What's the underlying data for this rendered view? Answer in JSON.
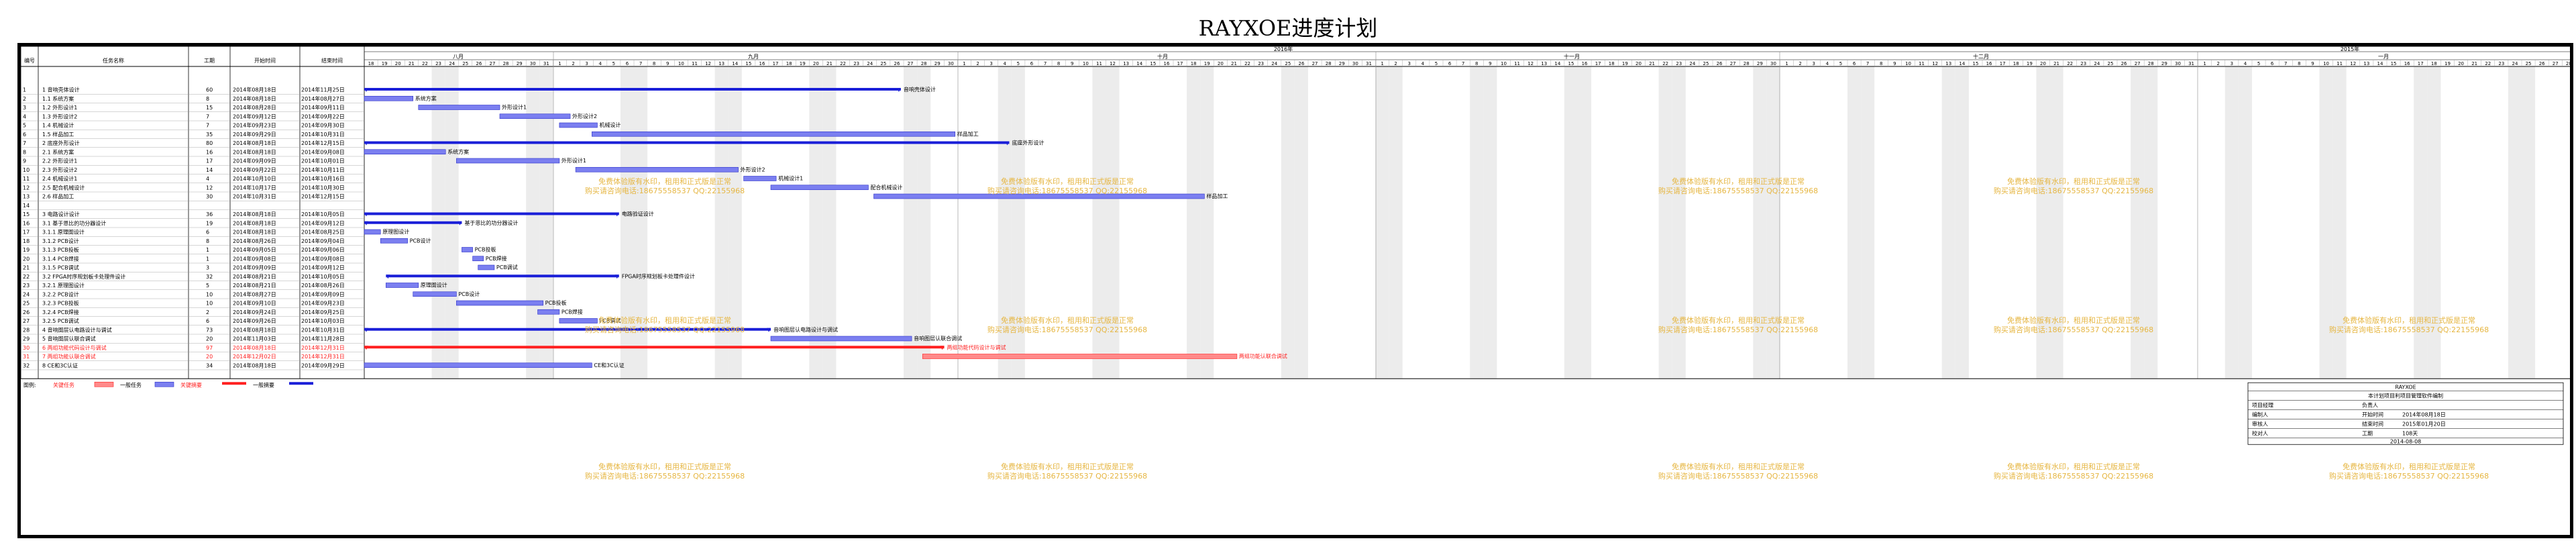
{
  "title": "RAYXOE进度计划",
  "headers": {
    "id": "编号",
    "name": "任务名称",
    "dur": "工期",
    "start": "开始时间",
    "end": "结束时间",
    "year2016": "2016年",
    "year2015": "2015年"
  },
  "months": [
    "八月",
    "九月",
    "十月",
    "十一月",
    "十二月",
    "一月"
  ],
  "tasks": [
    {
      "id": "1",
      "name": "1 音响壳体设计",
      "dur": "60",
      "start": "2014年08月18日",
      "end": "2014年11月25日",
      "label": "音响壳体设计",
      "kind": "summary",
      "s": 0,
      "d": 99
    },
    {
      "id": "2",
      "name": "1.1 系统方案",
      "dur": "8",
      "start": "2014年08月18日",
      "end": "2014年08月27日",
      "label": "系统方案",
      "kind": "task",
      "s": 0,
      "d": 9
    },
    {
      "id": "3",
      "name": "1.2 外形设计1",
      "dur": "15",
      "start": "2014年08月28日",
      "end": "2014年09月11日",
      "label": "外形设计1",
      "kind": "task",
      "s": 10,
      "d": 15
    },
    {
      "id": "4",
      "name": "1.3 外形设计2",
      "dur": "7",
      "start": "2014年09月12日",
      "end": "2014年09月22日",
      "label": "外形设计2",
      "kind": "task",
      "s": 25,
      "d": 13
    },
    {
      "id": "5",
      "name": "1.4 机械设计",
      "dur": "7",
      "start": "2014年09月23日",
      "end": "2014年09月30日",
      "label": "机械设计",
      "kind": "task",
      "s": 36,
      "d": 7
    },
    {
      "id": "6",
      "name": "1.5 样品加工",
      "dur": "35",
      "start": "2014年09月29日",
      "end": "2014年10月31日",
      "label": "样品加工",
      "kind": "task",
      "s": 42,
      "d": 67
    },
    {
      "id": "7",
      "name": "2 底座外形设计",
      "dur": "80",
      "start": "2014年08月18日",
      "end": "2014年12月15日",
      "label": "底座外形设计",
      "kind": "summary",
      "s": 0,
      "d": 119
    },
    {
      "id": "8",
      "name": "2.1 系统方案",
      "dur": "16",
      "start": "2014年08月18日",
      "end": "2014年09月08日",
      "label": "系统方案",
      "kind": "task",
      "s": 0,
      "d": 15
    },
    {
      "id": "9",
      "name": "2.2 外形设计1",
      "dur": "17",
      "start": "2014年09月09日",
      "end": "2014年10月01日",
      "label": "外形设计1",
      "kind": "task",
      "s": 17,
      "d": 19
    },
    {
      "id": "10",
      "name": "2.3 外形设计2",
      "dur": "14",
      "start": "2014年09月22日",
      "end": "2014年10月11日",
      "label": "外形设计2",
      "kind": "task",
      "s": 39,
      "d": 30
    },
    {
      "id": "11",
      "name": "2.4 机械设计1",
      "dur": "4",
      "start": "2014年10月10日",
      "end": "2014年10月16日",
      "label": "机械设计1",
      "kind": "task",
      "s": 70,
      "d": 6
    },
    {
      "id": "12",
      "name": "2.5 配合机械设计",
      "dur": "12",
      "start": "2014年10月17日",
      "end": "2014年10月30日",
      "label": "配合机械设计",
      "kind": "task",
      "s": 75,
      "d": 18
    },
    {
      "id": "13",
      "name": "2.6 样品加工",
      "dur": "30",
      "start": "2014年10月31日",
      "end": "2014年12月15日",
      "label": "样品加工",
      "kind": "task",
      "s": 94,
      "d": 61
    },
    {
      "id": "14",
      "name": "",
      "dur": "",
      "start": "",
      "end": "",
      "label": "",
      "kind": "none",
      "s": 0,
      "d": 0
    },
    {
      "id": "15",
      "name": "3 电路设计设计",
      "dur": "36",
      "start": "2014年08月18日",
      "end": "2014年10月05日",
      "label": "电路验证设计",
      "kind": "summary",
      "s": 0,
      "d": 47
    },
    {
      "id": "16",
      "name": "3.1 基于恩比的功分器设计",
      "dur": "19",
      "start": "2014年08月18日",
      "end": "2014年09月12日",
      "label": "基于恩比的功分器设计",
      "kind": "summary",
      "s": 0,
      "d": 18
    },
    {
      "id": "17",
      "name": "3.1.1 原理图设计",
      "dur": "6",
      "start": "2014年08月18日",
      "end": "2014年08月25日",
      "label": "原理图设计",
      "kind": "task",
      "s": 0,
      "d": 3
    },
    {
      "id": "18",
      "name": "3.1.2 PCB设计",
      "dur": "8",
      "start": "2014年08月26日",
      "end": "2014年09月04日",
      "label": "PCB设计",
      "kind": "task",
      "s": 3,
      "d": 5
    },
    {
      "id": "19",
      "name": "3.1.3 PCB投板",
      "dur": "1",
      "start": "2014年09月05日",
      "end": "2014年09月06日",
      "label": "PCB投板",
      "kind": "task",
      "s": 18,
      "d": 2
    },
    {
      "id": "20",
      "name": "3.1.4 PCB焊接",
      "dur": "1",
      "start": "2014年09月08日",
      "end": "2014年09月08日",
      "label": "PCB焊接",
      "kind": "task",
      "s": 20,
      "d": 2
    },
    {
      "id": "21",
      "name": "3.1.5 PCB调试",
      "dur": "3",
      "start": "2014年09月09日",
      "end": "2014年09月12日",
      "label": "PCB调试",
      "kind": "task",
      "s": 21,
      "d": 3
    },
    {
      "id": "22",
      "name": "3.2 FPGA时序规划板卡处理件设计",
      "dur": "32",
      "start": "2014年08月21日",
      "end": "2014年10月05日",
      "label": "FPGA时序规划板卡处理件设计",
      "kind": "summary",
      "s": 4,
      "d": 43
    },
    {
      "id": "23",
      "name": "3.2.1 原理图设计",
      "dur": "5",
      "start": "2014年08月21日",
      "end": "2014年08月26日",
      "label": "原理图设计",
      "kind": "task",
      "s": 4,
      "d": 6
    },
    {
      "id": "24",
      "name": "3.2.2 PCB设计",
      "dur": "10",
      "start": "2014年08月27日",
      "end": "2014年09月09日",
      "label": "PCB设计",
      "kind": "task",
      "s": 9,
      "d": 8
    },
    {
      "id": "25",
      "name": "3.2.3 PCB投板",
      "dur": "10",
      "start": "2014年09月10日",
      "end": "2014年09月23日",
      "label": "PCB投板",
      "kind": "task",
      "s": 17,
      "d": 16
    },
    {
      "id": "26",
      "name": "3.2.4 PCB焊接",
      "dur": "2",
      "start": "2014年09月24日",
      "end": "2014年09月25日",
      "label": "PCB焊接",
      "kind": "task",
      "s": 32,
      "d": 4
    },
    {
      "id": "27",
      "name": "3.2.5 PCB调试",
      "dur": "6",
      "start": "2014年09月26日",
      "end": "2014年10月03日",
      "label": "PCB调试",
      "kind": "task",
      "s": 36,
      "d": 7
    },
    {
      "id": "28",
      "name": "4 音响图层认电路设计与调试",
      "dur": "73",
      "start": "2014年08月18日",
      "end": "2014年10月31日",
      "label": "音响图层认电路设计与调试",
      "kind": "summary",
      "s": 0,
      "d": 75
    },
    {
      "id": "29",
      "name": "5 音响图层认联合调试",
      "dur": "20",
      "start": "2014年11月03日",
      "end": "2014年11月28日",
      "label": "音响图层认联合调试",
      "kind": "task",
      "s": 75,
      "d": 26
    },
    {
      "id": "30",
      "name": "6 两组功能代码设计与调试",
      "dur": "97",
      "start": "2014年08月18日",
      "end": "2014年12月31日",
      "label": "两组功能代码设计与调试",
      "kind": "crit-summary",
      "s": 0,
      "d": 107
    },
    {
      "id": "31",
      "name": "7 两组功能认联合调试",
      "dur": "20",
      "start": "2014年12月02日",
      "end": "2014年12月31日",
      "label": "两组功能认联合调试",
      "kind": "crit-task",
      "s": 103,
      "d": 58
    },
    {
      "id": "32",
      "name": "8 CE和3C认证",
      "dur": "34",
      "start": "2014年08月18日",
      "end": "2014年09月29日",
      "label": "CE和3C认证",
      "kind": "task",
      "s": 0,
      "d": 42
    }
  ],
  "legend": {
    "label": "图例:",
    "crit_task": "关键任务",
    "task": "一般任务",
    "crit_summary": "关键摘要",
    "summary": "一般摘要"
  },
  "titleblock": {
    "company": "RAYXOE",
    "project": "本计划项目利项目管理软件编制",
    "r1": [
      "项目经理",
      "",
      "负责人",
      ""
    ],
    "r2": [
      "编制人",
      "",
      "开始时间",
      "2014年08月18日"
    ],
    "r3": [
      "审核人",
      "",
      "结束时间",
      "2015年01月20日"
    ],
    "r4": [
      "校对人",
      "",
      "工期",
      "108天"
    ],
    "date": "2014-08-08"
  },
  "watermark": {
    "line1": "免费体验版有水印，租用和正式版是正常",
    "line2": "购买请咨询电话:18675558537 QQ:22155968"
  },
  "colors": {
    "task": "#7b7ff0",
    "summary": "#1a1fd8",
    "crit": "#ff2020",
    "critbar": "#ff8a8a",
    "watermark": "#e6b642",
    "weekend": "#ececec"
  }
}
